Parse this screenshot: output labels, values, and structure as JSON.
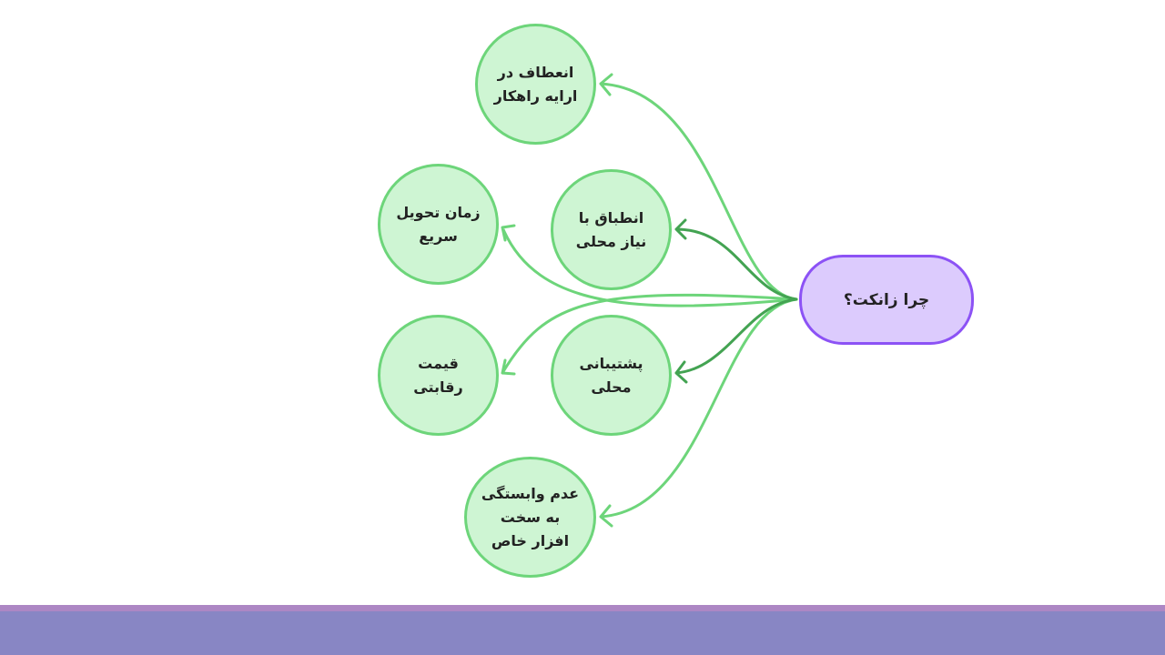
{
  "root": {
    "label": "چرا زانکت؟"
  },
  "nodes": [
    {
      "label": "انعطاف در ارایه راهکار"
    },
    {
      "label": "زمان تحویل سریع"
    },
    {
      "label": "انطباق با نیاز محلی"
    },
    {
      "label": "قیمت رقابتی"
    },
    {
      "label": "پشتیبانی محلی"
    },
    {
      "label": "عدم وابستگی به سخت افزار خاص"
    }
  ],
  "colors": {
    "node_fill": "#cef5d3",
    "node_border": "#6dd57a",
    "root_fill": "#dccbfd",
    "root_border": "#8c52f5",
    "link": "#6dd57a",
    "link_dark": "#43a352",
    "footer": "#8886c4"
  }
}
